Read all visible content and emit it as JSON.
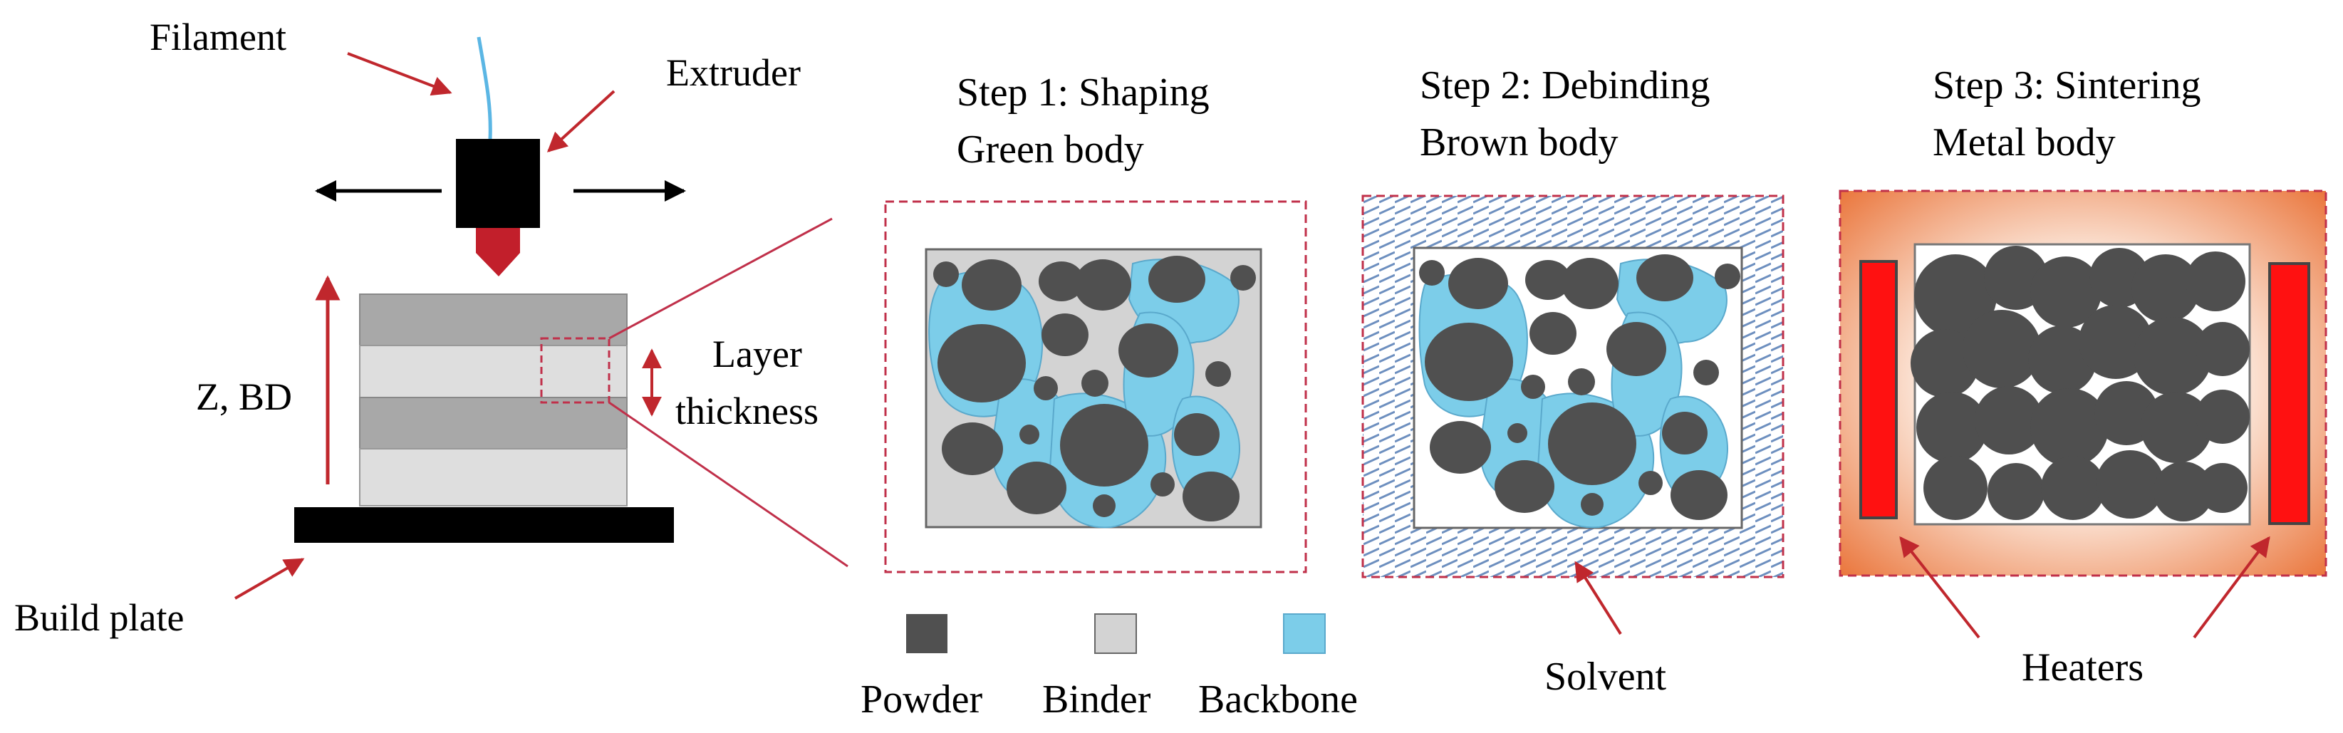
{
  "labels": {
    "filament": "Filament",
    "extruder": "Extruder",
    "z_bd": "Z, BD",
    "layer": "Layer",
    "thickness": "thickness",
    "build_plate": "Build plate"
  },
  "steps": [
    {
      "title": "Step 1: Shaping",
      "body": "Green body"
    },
    {
      "title": "Step 2: Debinding",
      "body": "Brown body"
    },
    {
      "title": "Step 3: Sintering",
      "body": "Metal body"
    }
  ],
  "callouts": {
    "solvent": "Solvent",
    "heaters": "Heaters"
  },
  "legend": [
    {
      "label": "Powder",
      "color": "#505050"
    },
    {
      "label": "Binder",
      "color": "#d3d3d3"
    },
    {
      "label": "Backbone",
      "color": "#7ccde9"
    }
  ],
  "colors": {
    "accent_arrow": "#c0272d",
    "dashed_frame": "#c0304a",
    "filament_line": "#5bb6e4",
    "nozzle": "#c21f2b",
    "heater": "#ff1111",
    "hatch": "#6d8fbf",
    "sinter_glow": "#e8692a"
  }
}
